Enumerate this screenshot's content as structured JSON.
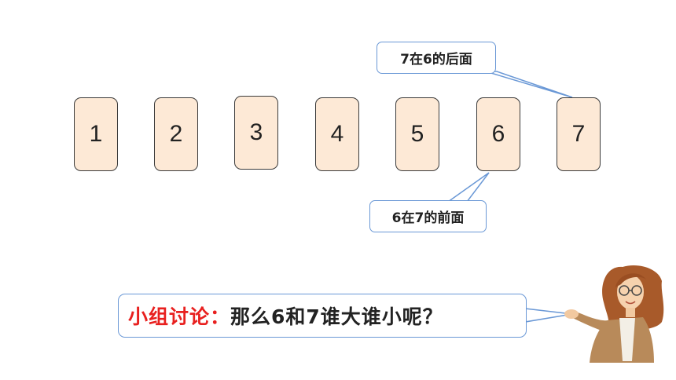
{
  "cards": [
    "1",
    "2",
    "3",
    "4",
    "5",
    "6",
    "7"
  ],
  "bubbles": {
    "top": "7在6的后面",
    "bottom": "6在7的前面"
  },
  "discussion": {
    "label": "小组讨论：",
    "question": "那么6和7谁大谁小呢？"
  },
  "colors": {
    "card_fill": "#fde9d6",
    "bubble_border": "#6a98d6",
    "label_red": "#e8201f"
  }
}
